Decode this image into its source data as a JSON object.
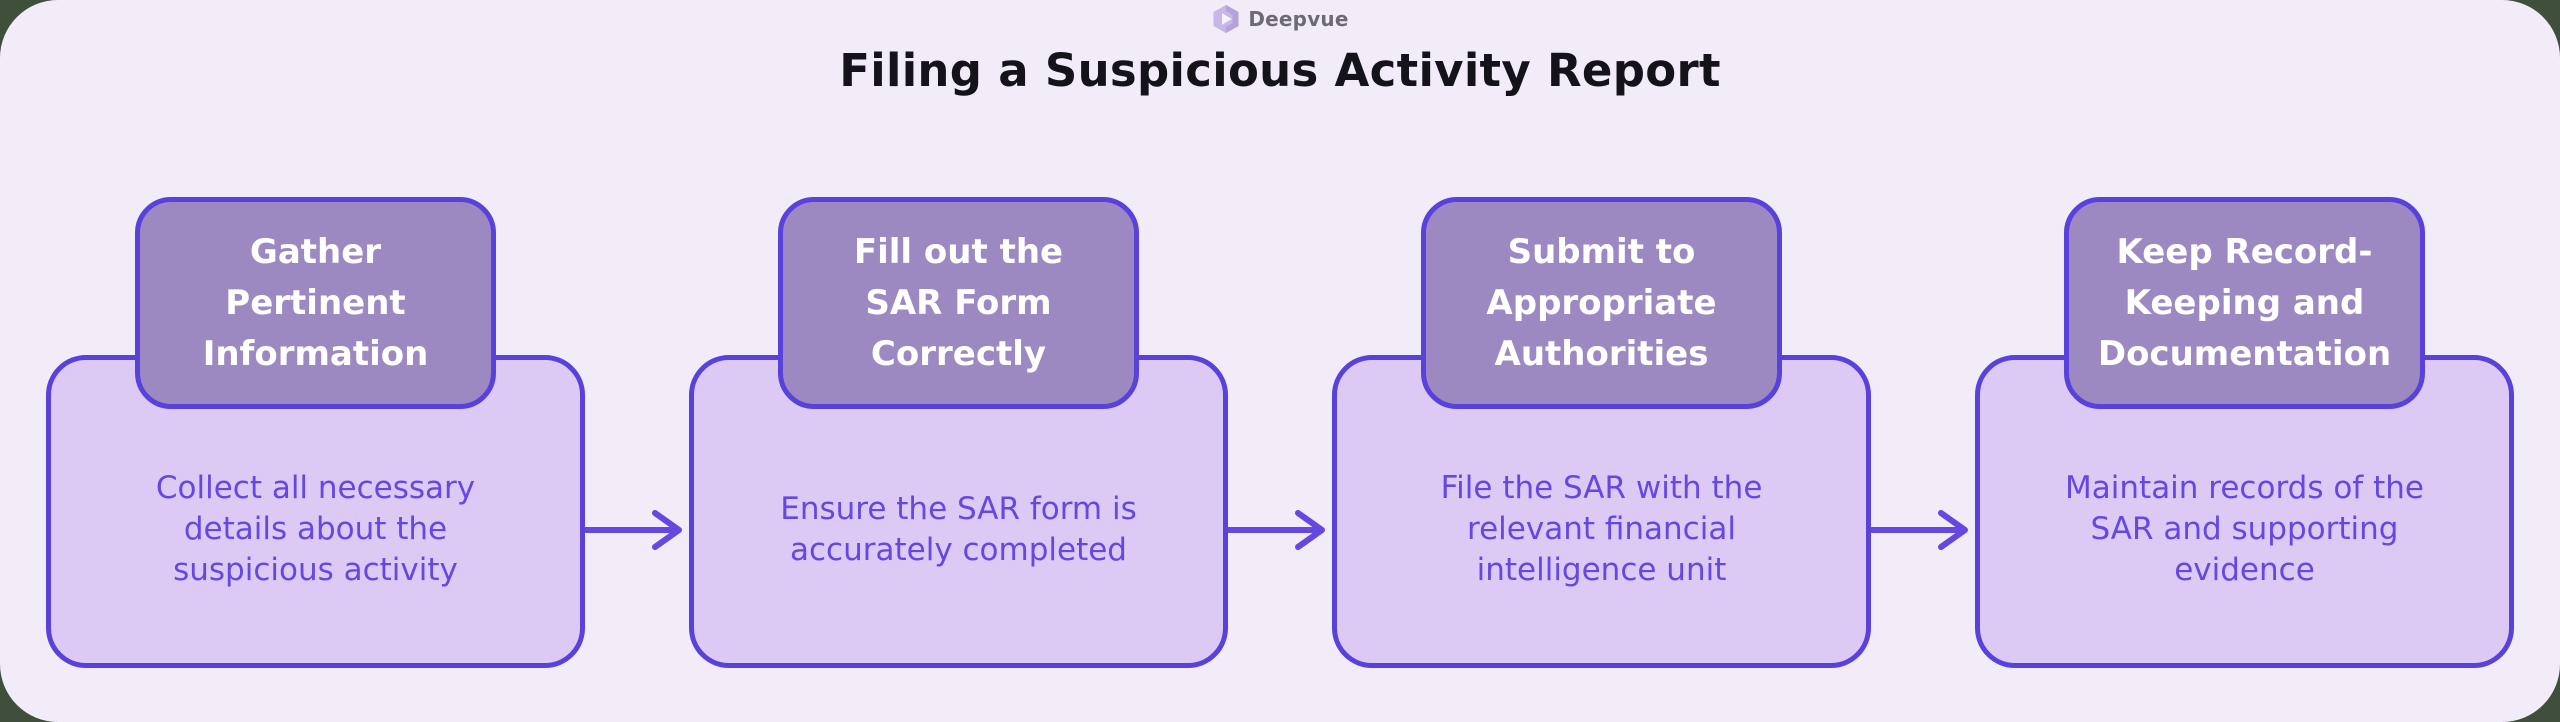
{
  "logo": {
    "text": "Deepvue",
    "icon": "deepvue-hexagon-icon"
  },
  "title": "Filing a Suspicious Activity Report",
  "steps": [
    {
      "title": "Gather\nPertinent\nInformation",
      "description": "Collect all necessary\ndetails about the\nsuspicious activity"
    },
    {
      "title": "Fill out the\nSAR Form\nCorrectly",
      "description": "Ensure the SAR form is\naccurately completed"
    },
    {
      "title": "Submit to\nAppropriate\nAuthorities",
      "description": "File the SAR with the\nrelevant financial\nintelligence unit"
    },
    {
      "title": "Keep Record-\nKeeping and\nDocumentation",
      "description": "Maintain records of the\nSAR and supporting\nevidence"
    }
  ],
  "arrows": {
    "glyph": "right-arrow",
    "count": 3
  },
  "colors": {
    "outer_background": "#3f4f3b",
    "panel_background": "#f2ecf9",
    "step_header_fill": "#9d89c2",
    "step_header_text": "#ffffff",
    "step_body_fill": "#dccaf5",
    "border_accent": "#5941dc",
    "arrow_and_body_text": "#6448e1",
    "title_text": "#141319",
    "logo_text": "#6e6a75",
    "logo_icon": "#c8b7e6"
  }
}
